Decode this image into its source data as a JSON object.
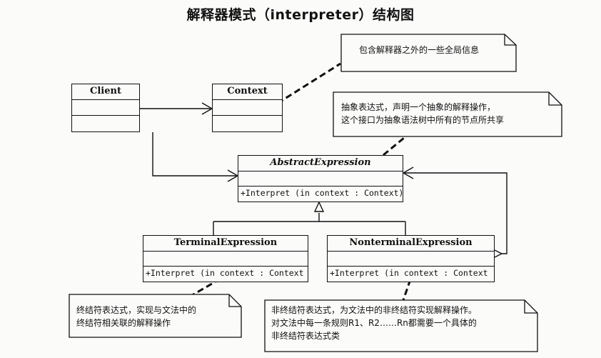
{
  "title": "解释器模式（interpreter）结构图",
  "classes": {
    "client": {
      "name": "Client"
    },
    "context": {
      "name": "Context"
    },
    "abstract_expression": {
      "name": "AbstractExpression",
      "operation": "+Interpret (in context  : Context)"
    },
    "terminal_expression": {
      "name": "TerminalExpression",
      "operation": "+Interpret (in context  : Context )"
    },
    "nonterminal_expression": {
      "name": "NonterminalExpression",
      "operation": "+Interpret (in context  : Context )"
    }
  },
  "notes": {
    "context_note": {
      "lines": [
        "包含解释器之外的一些全局信息"
      ]
    },
    "abstract_note": {
      "lines": [
        "抽象表达式，声明一个抽象的解释操作，",
        "这个接口为抽象语法树中所有的节点所共享"
      ]
    },
    "terminal_note": {
      "lines": [
        "终结符表达式，实现与文法中的",
        "终结符相关联的解释操作"
      ]
    },
    "nonterminal_note": {
      "lines": [
        "非终结符表达式，为文法中的非终结符实现解释操作。",
        "对文法中每一条规则R1、R2……Rn都需要一个具体的",
        "非终结符表达式类"
      ]
    }
  }
}
